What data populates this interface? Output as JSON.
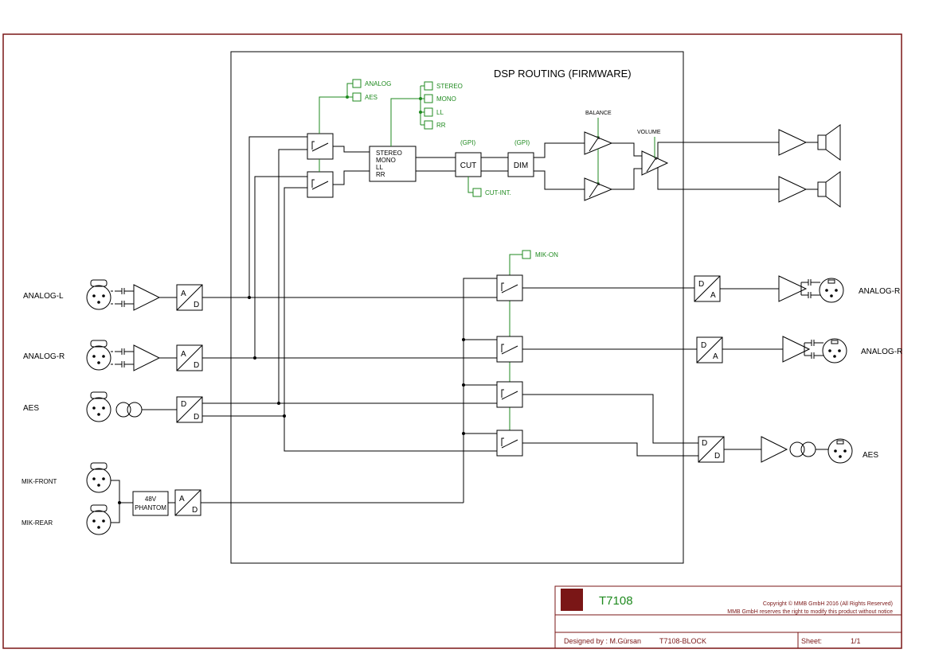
{
  "diagram": {
    "title": "DSP ROUTING (FIRMWARE)",
    "inputs": {
      "analog_l": "ANALOG-L",
      "analog_r": "ANALOG-R",
      "aes": "AES",
      "mik_front": "MIK-FRONT",
      "mik_rear": "MIK-REAR"
    },
    "outputs": {
      "analog_r_1": "ANALOG-R",
      "analog_r_2": "ANALOG-R",
      "aes": "AES"
    },
    "controls": {
      "analog": "ANALOG",
      "aes": "AES",
      "stereo": "STEREO",
      "mono": "MONO",
      "ll": "LL",
      "rr": "RR",
      "cut_int": "CUT-INT.",
      "mik_on": "MIK-ON",
      "gpi_cut": "(GPI)",
      "gpi_dim": "(GPI)",
      "balance": "BALANCE",
      "volume": "VOLUME"
    },
    "blocks": {
      "matrix": [
        "STEREO",
        "MONO",
        "LL",
        "RR"
      ],
      "cut": "CUT",
      "dim": "DIM",
      "phantom": [
        "48V",
        "PHANTOM"
      ],
      "converter_a": "A",
      "converter_d": "D"
    }
  },
  "title_block": {
    "part_number": "T7108",
    "copyright": "Copyright © MMB GmbH 2016 (All Rights Reserved)",
    "notice": "MMB GmbH reserves the right to modify this product without notice",
    "designed_by": "Designed by : M.Gürsan",
    "drawing_name": "T7108-BLOCK",
    "sheet_label": "Sheet:",
    "sheet_value": "1/1"
  },
  "colors": {
    "frame": "#7a1616",
    "control_lines": "#1f8a1f",
    "signal_lines": "#000000",
    "part_number": "#1f8a1f"
  }
}
